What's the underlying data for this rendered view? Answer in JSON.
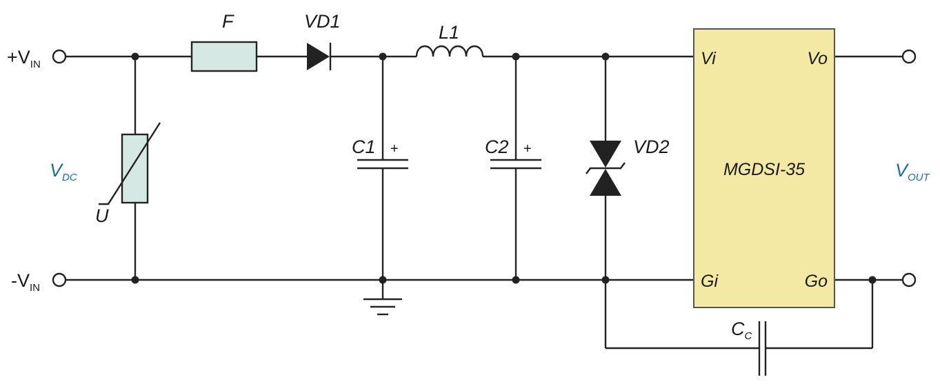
{
  "labels": {
    "vin_plus_main": "+V",
    "vin_plus_sub": "IN",
    "vin_minus_main": "-V",
    "vin_minus_sub": "IN",
    "vdc_main": "V",
    "vdc_sub": "DC",
    "vout_main": "V",
    "vout_sub": "OUT",
    "fuse": "F",
    "diode": "VD1",
    "inductor": "L1",
    "cap1": "C1",
    "cap2": "C2",
    "tvs": "VD2",
    "varistor": "U",
    "cc_main": "C",
    "cc_sub": "C",
    "cap_plus": "+"
  },
  "module": {
    "name": "MGDSI-35",
    "pin_vi": "Vi",
    "pin_vo": "Vo",
    "pin_gi": "Gi",
    "pin_go": "Go"
  },
  "colors": {
    "module_fill": "#f3e9a4",
    "component_fill": "#d6e8e4",
    "wire": "#222222",
    "accent_label": "#1f6ea0"
  }
}
